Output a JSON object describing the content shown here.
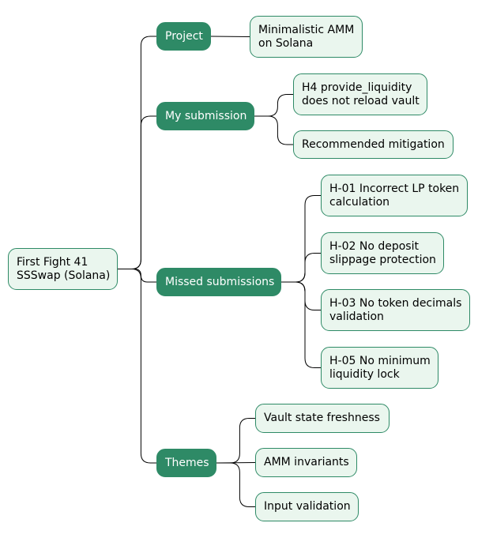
{
  "colors": {
    "branch_fill": "#2e8a66",
    "leaf_fill": "#eaf6ee",
    "border": "#2e8a66",
    "edge": "#000000"
  },
  "root": {
    "lines": [
      "First Fight 41",
      "SSSwap (Solana)"
    ]
  },
  "branches": [
    {
      "label": "Project",
      "children": [
        {
          "lines": [
            "Minimalistic AMM",
            "on Solana"
          ]
        }
      ]
    },
    {
      "label": "My submission",
      "children": [
        {
          "lines": [
            "H4 provide_liquidity",
            "does not reload vault"
          ]
        },
        {
          "lines": [
            "Recommended mitigation"
          ]
        }
      ]
    },
    {
      "label": "Missed submissions",
      "children": [
        {
          "lines": [
            "H-01 Incorrect LP token",
            "calculation"
          ]
        },
        {
          "lines": [
            "H-02 No deposit",
            "slippage protection"
          ]
        },
        {
          "lines": [
            "H-03 No token decimals",
            "validation"
          ]
        },
        {
          "lines": [
            "H-05 No minimum",
            "liquidity lock"
          ]
        }
      ]
    },
    {
      "label": "Themes",
      "children": [
        {
          "lines": [
            "Vault state freshness"
          ]
        },
        {
          "lines": [
            "AMM invariants"
          ]
        },
        {
          "lines": [
            "Input validation"
          ]
        }
      ]
    }
  ]
}
